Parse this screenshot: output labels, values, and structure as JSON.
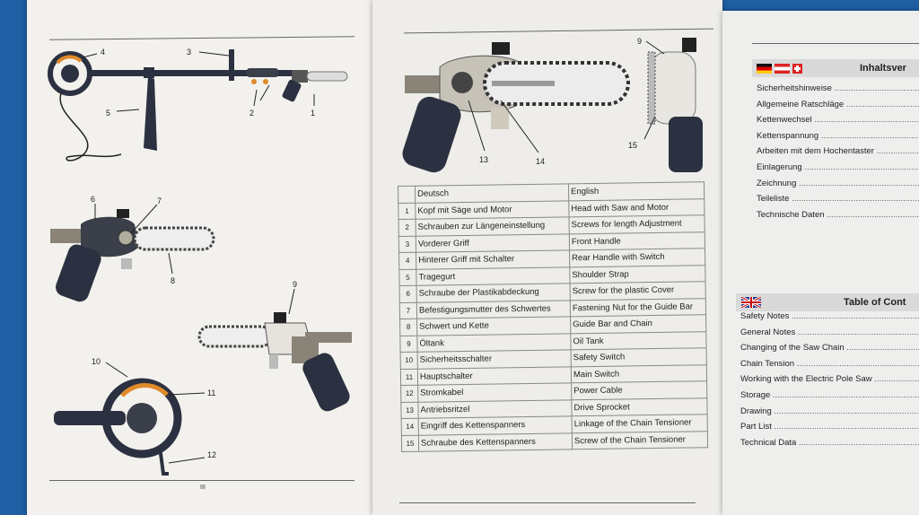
{
  "figure_labels": {
    "c1": "1",
    "c2": "2",
    "c3": "3",
    "c4": "4",
    "c5": "5",
    "c6": "6",
    "c7": "7",
    "c8": "8",
    "c9a": "9",
    "c9b": "9",
    "c10": "10",
    "c11": "11",
    "c12": "12",
    "c13": "13",
    "c14": "14",
    "c15": "15"
  },
  "page_number": "III",
  "parts_table": {
    "header": {
      "de": "Deutsch",
      "en": "English"
    },
    "rows": [
      {
        "num": "1",
        "de": "Kopf mit Säge und Motor",
        "en": "Head with Saw and Motor"
      },
      {
        "num": "2",
        "de": "Schrauben zur Längeneinstellung",
        "en": "Screws for length Adjustment"
      },
      {
        "num": "3",
        "de": "Vorderer Griff",
        "en": "Front Handle"
      },
      {
        "num": "4",
        "de": "Hinterer Griff mit Schalter",
        "en": "Rear Handle with Switch"
      },
      {
        "num": "5",
        "de": "Tragegurt",
        "en": "Shoulder Strap"
      },
      {
        "num": "6",
        "de": "Schraube der Plastikabdeckung",
        "en": "Screw for the plastic Cover"
      },
      {
        "num": "7",
        "de": "Befestigungsmutter des Schwertes",
        "en": "Fastening Nut for the Guide Bar"
      },
      {
        "num": "8",
        "de": "Schwert und Kette",
        "en": "Guide Bar and Chain"
      },
      {
        "num": "9",
        "de": "Öltank",
        "en": "Oil Tank"
      },
      {
        "num": "10",
        "de": "Sicherheitsschalter",
        "en": "Safety Switch"
      },
      {
        "num": "11",
        "de": "Hauptschalter",
        "en": "Main Switch"
      },
      {
        "num": "12",
        "de": "Stromkabel",
        "en": "Power Cable"
      },
      {
        "num": "13",
        "de": "Antriebsritzel",
        "en": "Drive Sprocket"
      },
      {
        "num": "14",
        "de": "Eingriff des Kettenspanners",
        "en": "Linkage of the Chain Tensioner"
      },
      {
        "num": "15",
        "de": "Schraube des Kettenspanners",
        "en": "Screw of the Chain Tensioner"
      }
    ]
  },
  "toc_de": {
    "title": "Inhaltsver",
    "items": [
      "Sicherheitshinweise",
      "Allgemeine Ratschläge",
      "Kettenwechsel",
      "Kettenspannung",
      "Arbeiten mit dem Hochentaster",
      "Einlagerung",
      "Zeichnung",
      "Teileliste",
      "Technische Daten"
    ]
  },
  "toc_en": {
    "title": "Table of Cont",
    "items": [
      "Safety Notes",
      "General Notes",
      "Changing of the Saw Chain",
      "Chain Tension",
      "Working with the Electric Pole Saw",
      "Storage",
      "Drawing",
      "Part List",
      "Technical Data"
    ]
  },
  "colors": {
    "background": "#1f5fa3",
    "tool_dark": "#2b3140",
    "tool_gray": "#8a8478",
    "accent_orange": "#e08a2a"
  }
}
